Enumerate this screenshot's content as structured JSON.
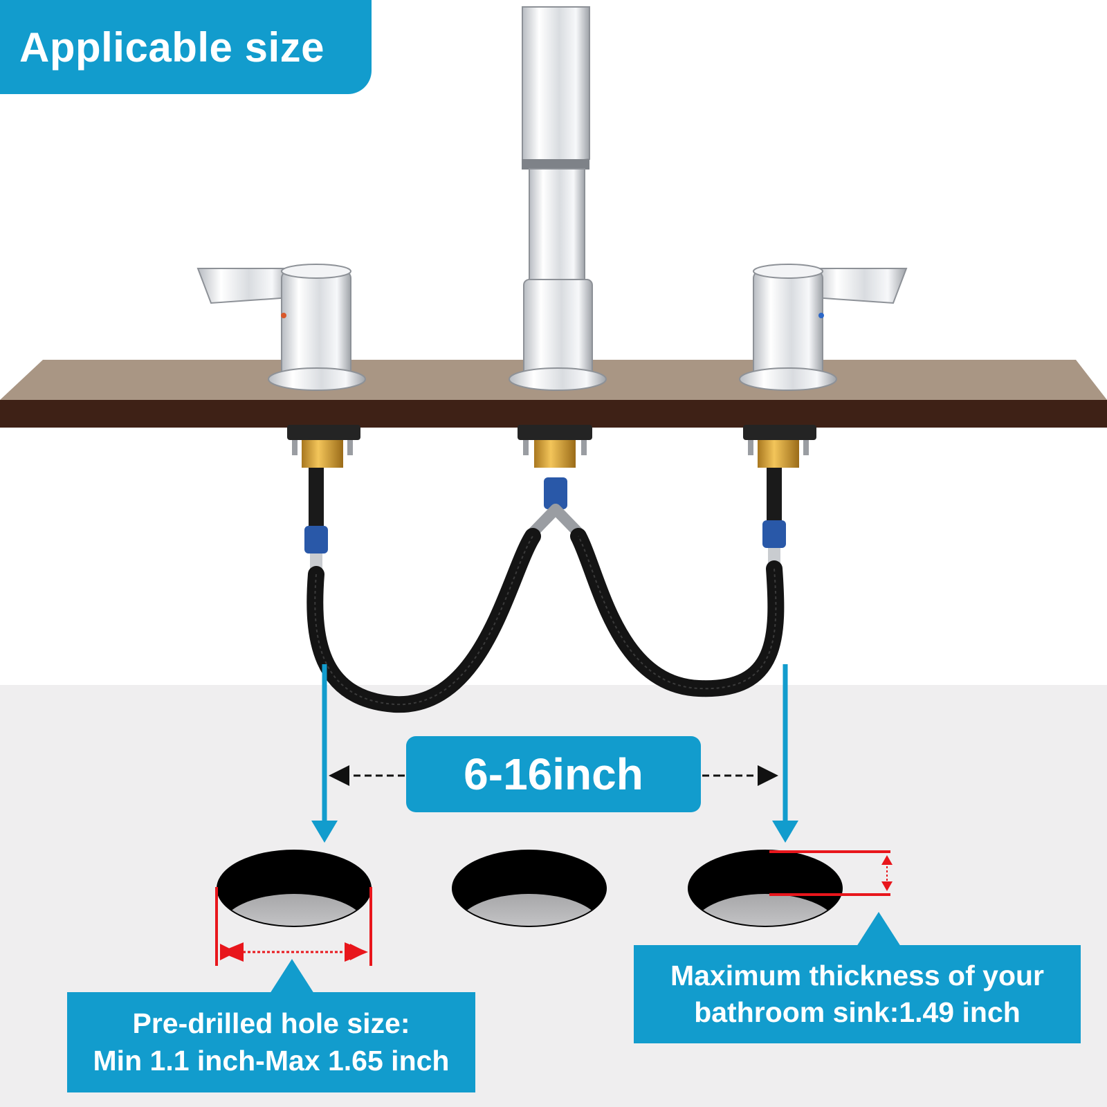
{
  "title": "Applicable size",
  "spacing_label": "6-16inch",
  "hole_size": {
    "line1": "Pre-drilled hole size:",
    "line2": "Min 1.1 inch-Max 1.65 inch"
  },
  "thickness": {
    "line1": "Maximum thickness of your",
    "line2": "bathroom sink:1.49 inch"
  },
  "colors": {
    "accent": "#129ccd",
    "counter_top": "#a99684",
    "counter_edge": "#3e2116",
    "measure_red": "#e8161c",
    "floor": "#efeeef"
  },
  "icons": [
    "faucet-spout-icon",
    "faucet-handle-left-icon",
    "faucet-handle-right-icon",
    "braided-hose-icon",
    "mounting-hole-icon"
  ]
}
